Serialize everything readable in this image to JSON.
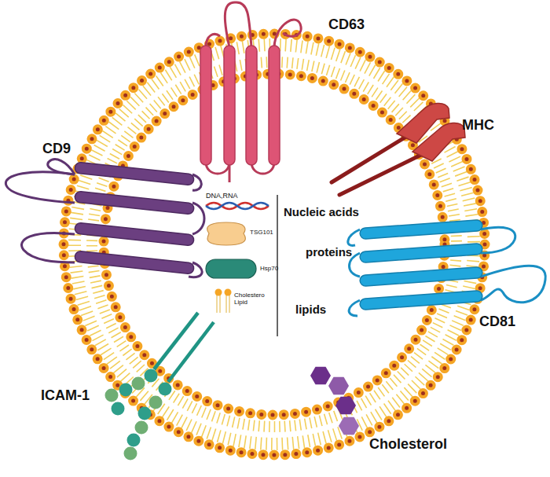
{
  "diagram": {
    "labels": [
      "CD63",
      "MHC",
      "CD9",
      "CD81",
      "DNA,RNA",
      "Nucleic acids",
      "TSG101",
      "Hsp70",
      "proteins",
      "Cholestero Lipid",
      "lipids",
      "ICAM-1",
      "Cholesterol"
    ]
  }
}
